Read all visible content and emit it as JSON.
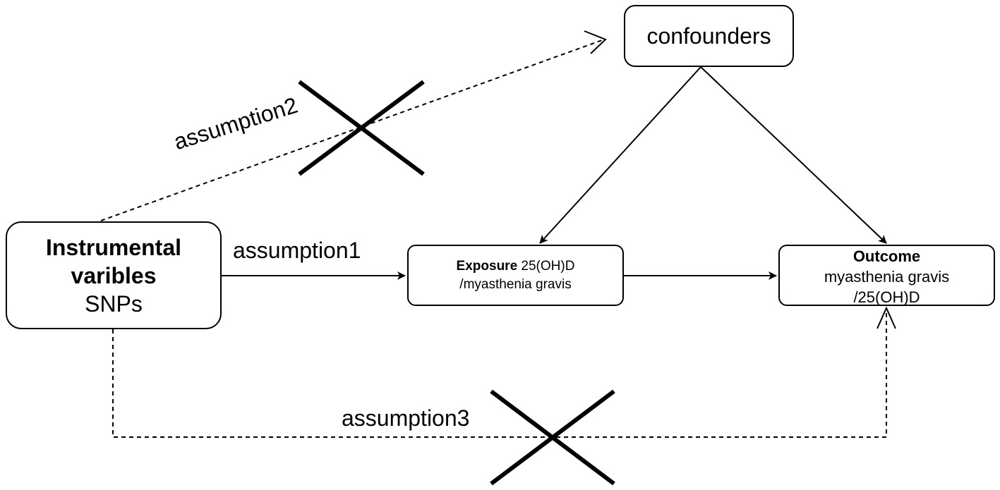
{
  "nodes": {
    "confounders": {
      "label": "confounders"
    },
    "instrumental_variables": {
      "title_line1": "Instrumental",
      "title_line2": "varibles",
      "subtitle": "SNPs"
    },
    "exposure": {
      "title": "Exposure",
      "value": " 25(OH)D",
      "line2": "/myasthenia gravis"
    },
    "outcome": {
      "title": "Outcome",
      "line2": "myasthenia gravis",
      "line3": "/25(OH)D"
    }
  },
  "edges": {
    "assumption1": "assumption1",
    "assumption2": "assumption2",
    "assumption3": "assumption3"
  },
  "colors": {
    "stroke": "#000000",
    "background": "#ffffff"
  }
}
